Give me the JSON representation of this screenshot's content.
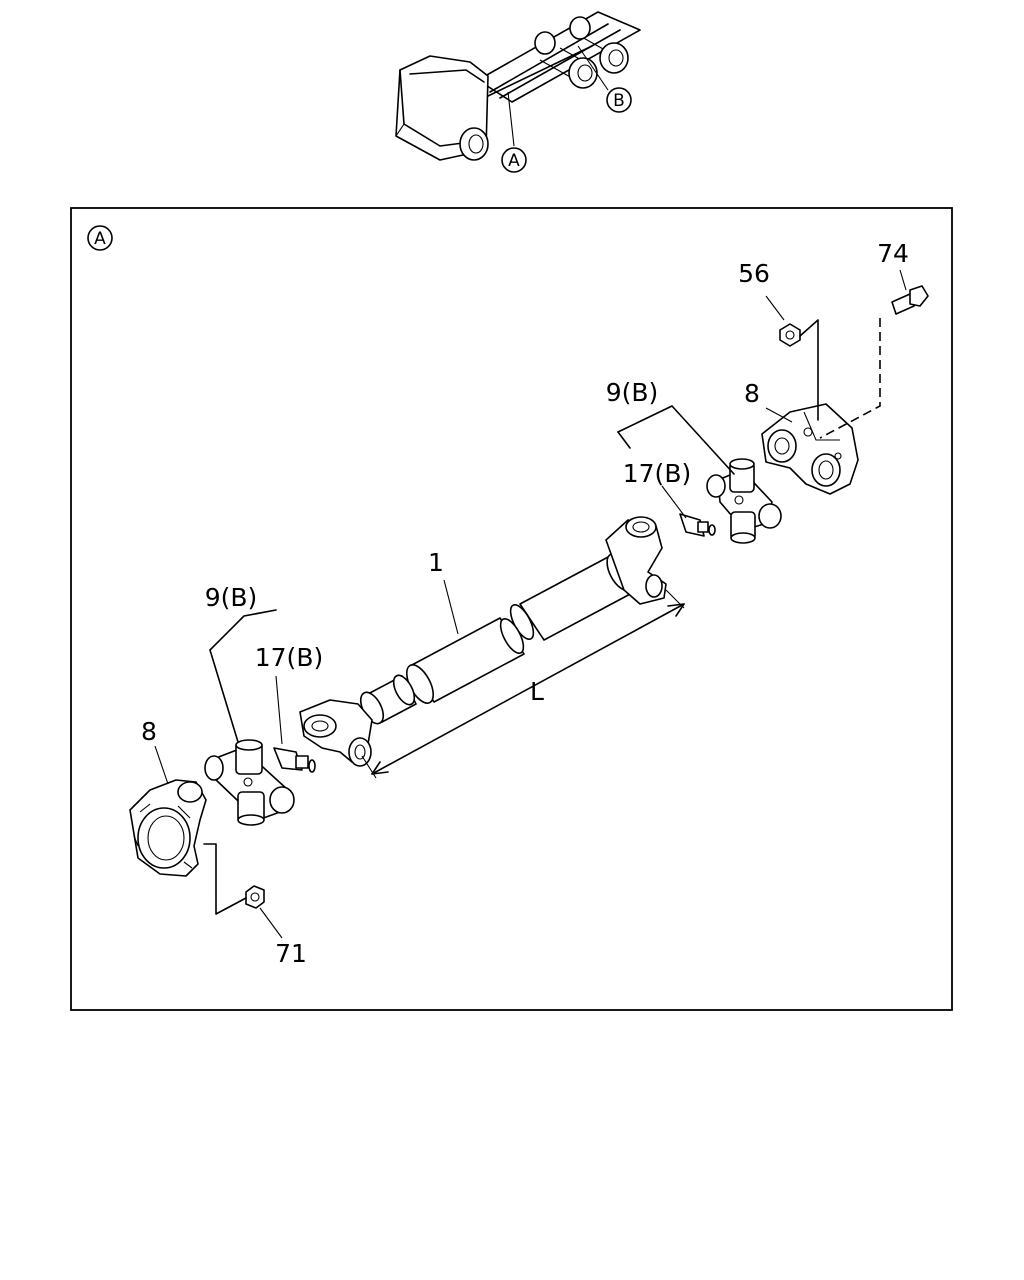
{
  "overview": {
    "callout_a": "A",
    "callout_b": "B"
  },
  "frame": {
    "callout": "A"
  },
  "labels": {
    "shaft": "1",
    "yoke_right": "8",
    "yoke_left": "8",
    "joint_right": "9(B)",
    "joint_left": "9(B)",
    "nipple_right": "17(B)",
    "nipple_left": "17(B)",
    "nut_top": "56",
    "bolt_top": "74",
    "nut_bottom": "71",
    "length": "L"
  }
}
